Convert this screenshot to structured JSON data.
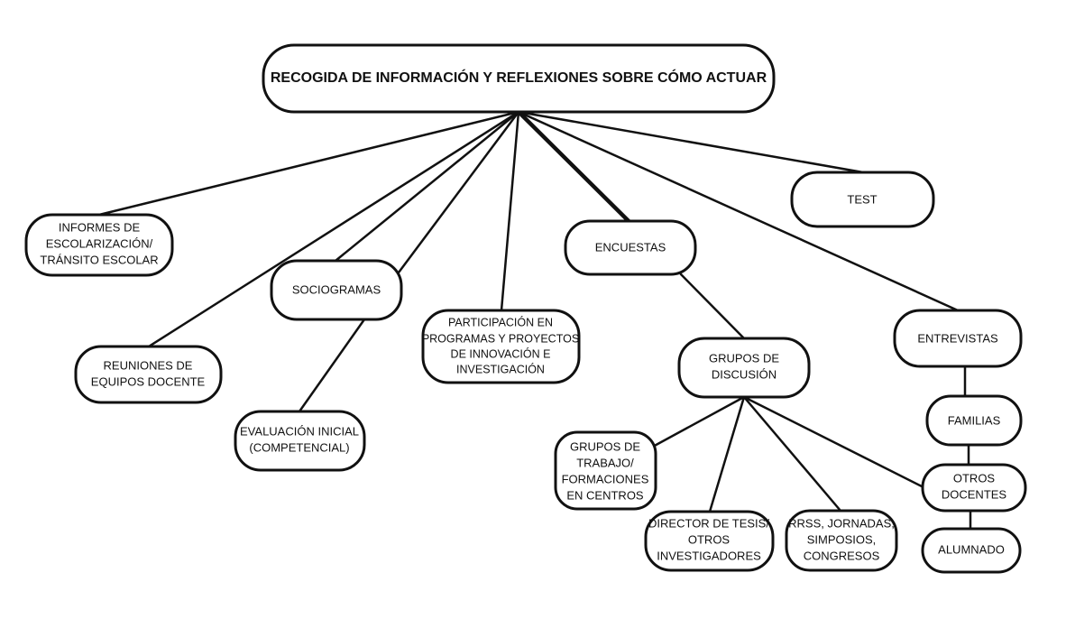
{
  "root": {
    "title": "RECOGIDA DE INFORMACIÓN Y REFLEXIONES SOBRE CÓMO ACTUAR"
  },
  "nodes": {
    "informes": [
      "INFORMES DE",
      "ESCOLARIZACIÓN/",
      "TRÁNSITO ESCOLAR"
    ],
    "reuniones": [
      "REUNIONES DE",
      "EQUIPOS DOCENTE"
    ],
    "sociogramas": [
      "SOCIOGRAMAS"
    ],
    "evaluacion": [
      "EVALUACIÓN INICIAL",
      "(COMPETENCIAL)"
    ],
    "participacion": [
      "PARTICIPACIÓN EN",
      "PROGRAMAS Y PROYECTOS",
      "DE INNOVACIÓN E",
      "INVESTIGACIÓN"
    ],
    "encuestas": [
      "ENCUESTAS"
    ],
    "test": [
      "TEST"
    ],
    "grupos_discusion": [
      "GRUPOS DE",
      "DISCUSIÓN"
    ],
    "entrevistas": [
      "ENTREVISTAS"
    ],
    "grupos_trabajo": [
      "GRUPOS DE",
      "TRABAJO/",
      "FORMACIONES",
      "EN CENTROS"
    ],
    "director_tesis": [
      "DIRECTOR DE TESIS/",
      "OTROS",
      "INVESTIGADORES"
    ],
    "rrss": [
      "RRSS, JORNADAS,",
      "SIMPOSIOS,",
      "CONGRESOS"
    ],
    "familias": [
      "FAMILIAS"
    ],
    "otros_docentes": [
      "OTROS",
      "DOCENTES"
    ],
    "alumnado": [
      "ALUMNADO"
    ]
  },
  "edges": [
    [
      "root",
      "informes"
    ],
    [
      "root",
      "reuniones"
    ],
    [
      "root",
      "sociogramas"
    ],
    [
      "root",
      "evaluacion"
    ],
    [
      "root",
      "participacion"
    ],
    [
      "root",
      "encuestas"
    ],
    [
      "root",
      "test"
    ],
    [
      "root",
      "entrevistas"
    ],
    [
      "encuestas",
      "grupos_discusion"
    ],
    [
      "grupos_discusion",
      "grupos_trabajo"
    ],
    [
      "grupos_discusion",
      "director_tesis"
    ],
    [
      "grupos_discusion",
      "rrss"
    ],
    [
      "grupos_discusion",
      "otros_docentes"
    ],
    [
      "entrevistas",
      "familias"
    ],
    [
      "familias",
      "otros_docentes"
    ],
    [
      "otros_docentes",
      "alumnado"
    ]
  ]
}
